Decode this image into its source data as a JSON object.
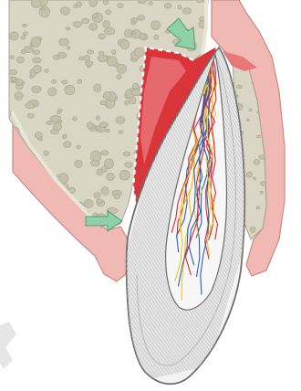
{
  "diagram": {
    "subject": "tooth-root-in-alveolar-bone",
    "colors": {
      "background": "#ffffff",
      "bone": "#d9d6c6",
      "bone_pore_fill": "#c4c0ac",
      "bone_pore_stroke": "#a9a48f",
      "cortical_bone": "#e9e6d8",
      "gingiva": "#f0b9b4",
      "gingiva_stroke": "#c98a85",
      "inflamed_tissue": "#d9343a",
      "inflamed_tissue_light": "#e8777a",
      "tooth_outline": "#6d6d6d",
      "dentin": "#f3f3f3",
      "dentin_lines": "#b8b8b8",
      "pulp": "#f7f7f7",
      "nerve_yellow": "#f2c419",
      "vessel_red": "#d8283a",
      "vessel_blue": "#2b5fb6",
      "arrow": "#8fd0a8",
      "arrow_stroke": "#4f9e72",
      "dashed_boundary": "#ffffff"
    },
    "arrows": [
      {
        "name": "arrow-top",
        "direction": "down-right"
      },
      {
        "name": "arrow-left",
        "direction": "right"
      }
    ],
    "watermark_icon": "chevron-watermark-icon"
  }
}
